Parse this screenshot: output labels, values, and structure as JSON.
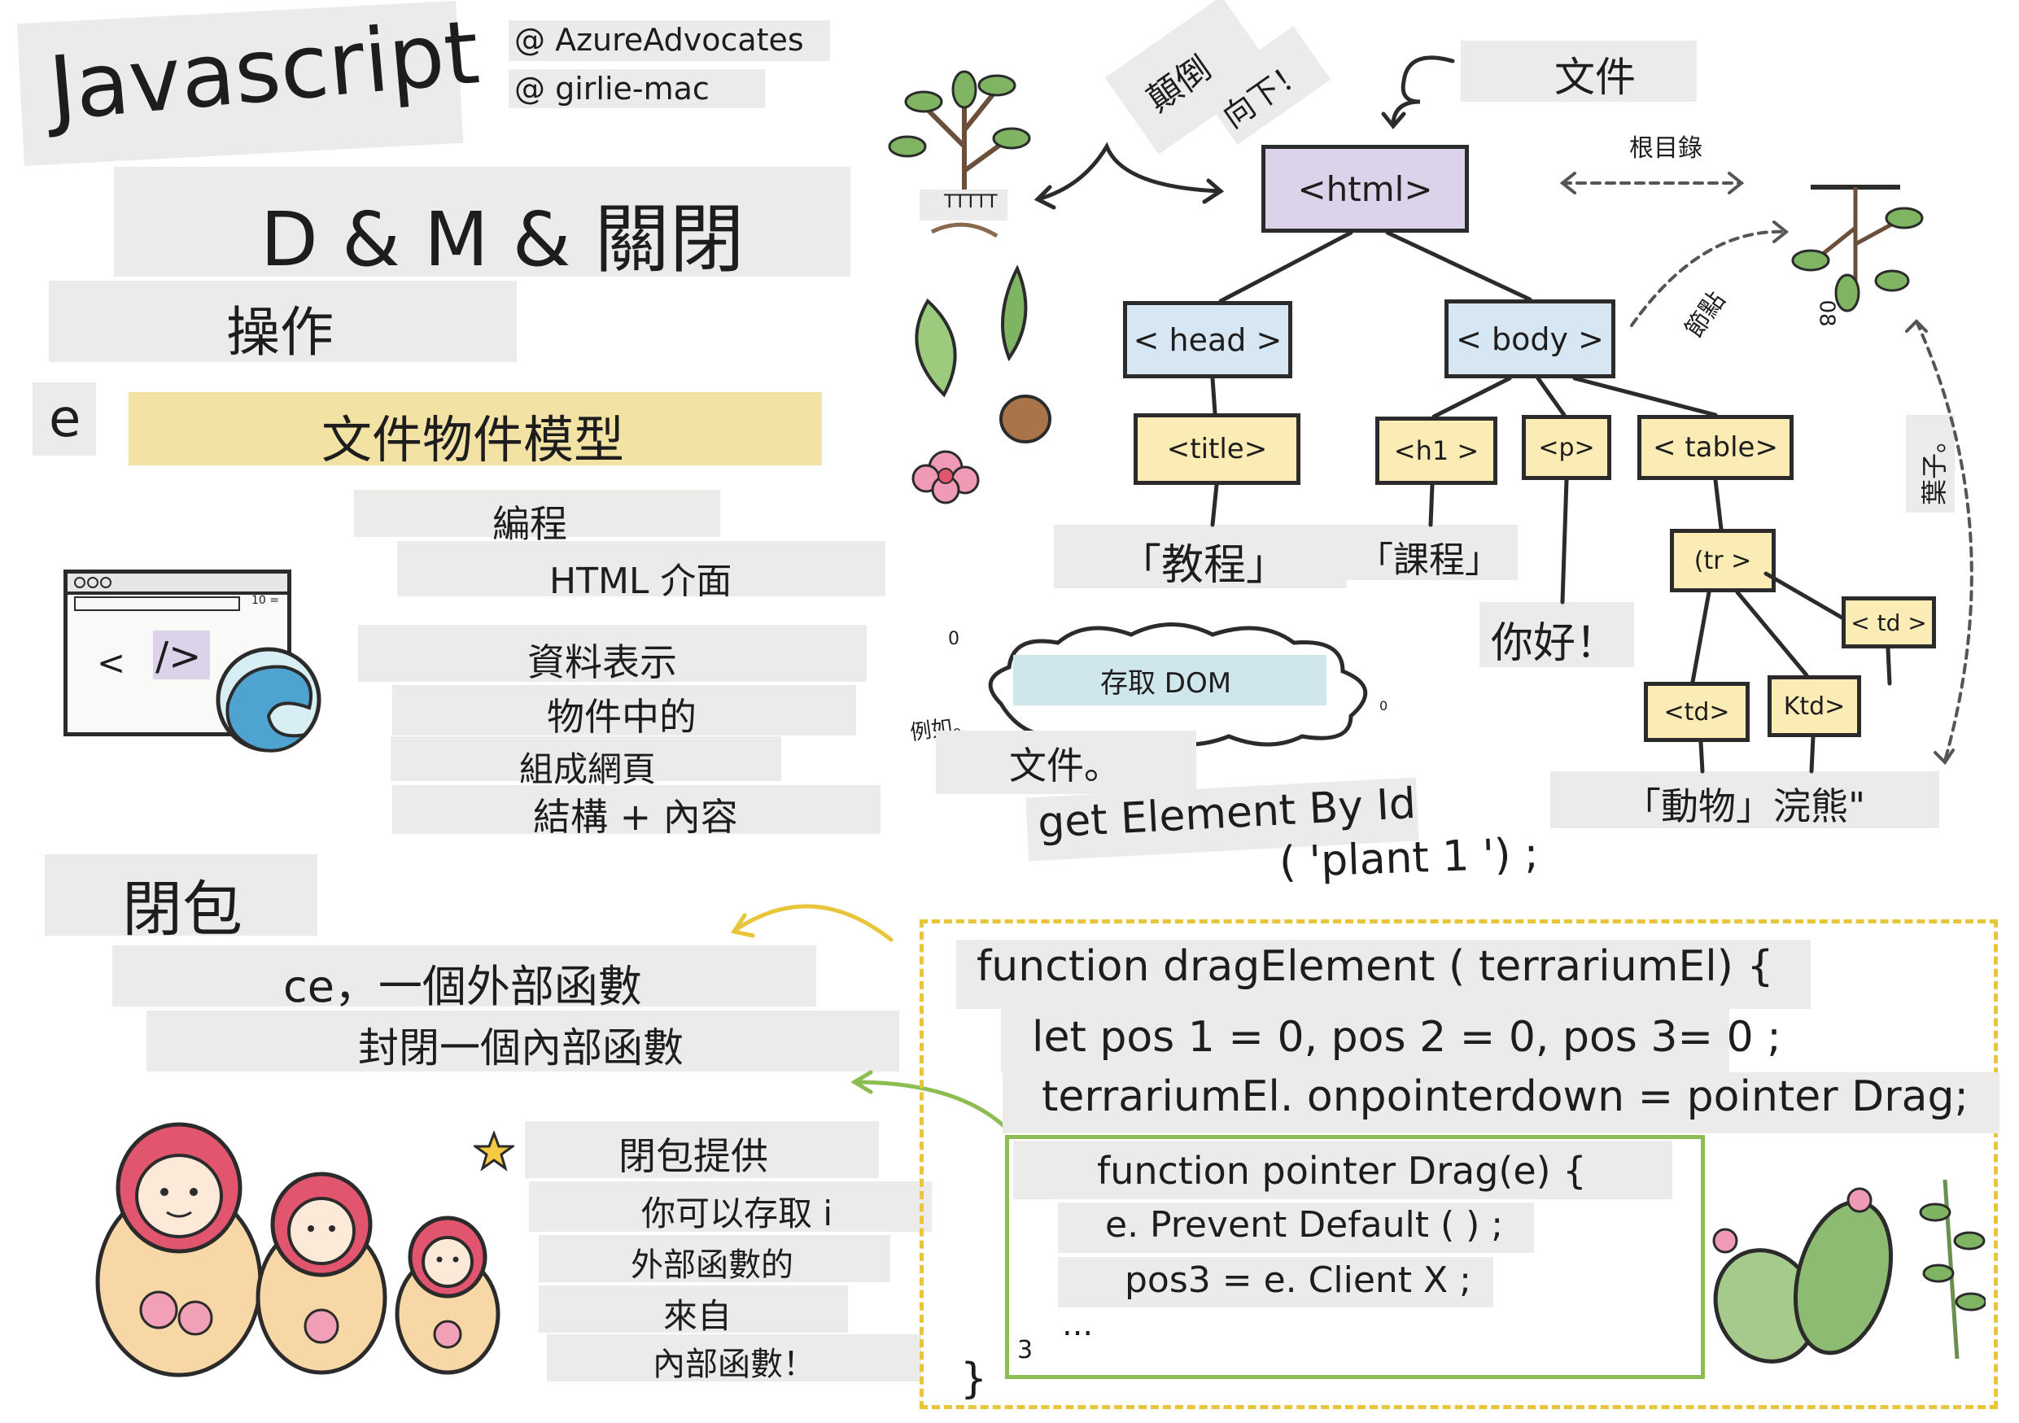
{
  "header": {
    "title": "Javascript",
    "handle_1": "@ AzureAdvocates",
    "handle_2": "@ girlie-mac"
  },
  "left": {
    "subtitle": "D & M & 關閉",
    "operation": "操作",
    "e_letter": "e",
    "dom_title": "文件物件模型",
    "dom_desc": [
      "編程",
      "HTML 介面",
      "資料表示",
      "物件中的",
      "組成網頁",
      "結構 + 內容"
    ],
    "browser_counter": "10 =",
    "browser_code_glyph_1": "<",
    "browser_code_glyph_2": "/>",
    "closure_title": "閉包",
    "closure_line_1": "ce，一個外部函數",
    "closure_line_2": "封閉一個內部函數",
    "closure_desc": [
      "閉包提供",
      "你可以存取 i",
      "外部函數的",
      "來自",
      "內部函數！"
    ]
  },
  "tree": {
    "flip_1": "顛倒",
    "flip_2": "向下！",
    "plant_label": "TTTTT",
    "document_label": "文件",
    "root_label": "根目錄",
    "node_label": "節點",
    "leaf_label": "葉子。",
    "root_tag_number": "08",
    "html": "<html>",
    "head": "< head >",
    "body": "< body >",
    "title": "<title>",
    "h1": "<h1 >",
    "p": "<p>",
    "table": "< table>",
    "tr": "(tr >",
    "td_1": "< td >",
    "td_2": "<td>",
    "td_3": "Ktd>",
    "text_title": "「教程」",
    "text_h1": "「課程」",
    "text_p": "你好！",
    "text_td": "「動物」浣熊\"",
    "cloud_label": "存取 DOM",
    "zero_1": "0",
    "zero_2": "0",
    "example": "例如。",
    "doc_dot": "文件。",
    "get_element": "get Element By Id",
    "get_arg": "( 'plant 1 ') ;"
  },
  "code": {
    "line_1": "function dragElement ( terrariumEl) {",
    "line_2": "let pos 1 = 0, pos 2 = 0, pos 3= 0 ;",
    "line_3": "terrariumEl. onpointerdown = pointer Drag;",
    "inner_1": "function pointer Drag(e) {",
    "inner_2": "e. Prevent Default ( ) ;",
    "inner_3": "pos3 = e. Client X ;",
    "ellipsis": "...",
    "num_3": "3",
    "brace": "}"
  },
  "colors": {
    "html_node": "#dcd3ea",
    "blue_node": "#d6e6f3",
    "yellow_node": "#fbecb5",
    "highlight_yellow": "#f2e3a4",
    "code_border": "#e8c53a",
    "inner_border": "#8bbd52",
    "paper_strip": "#ecebea"
  }
}
